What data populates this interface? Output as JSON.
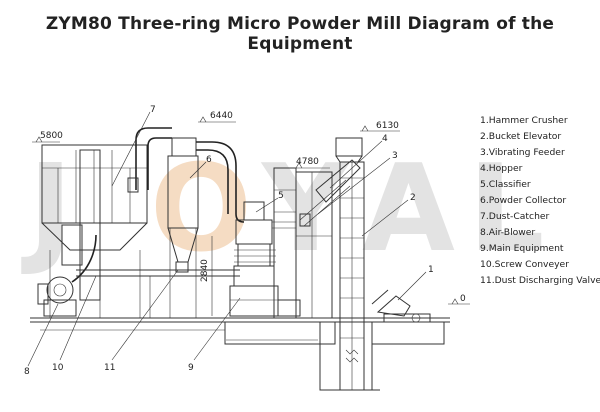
{
  "title": "ZYM80 Three-ring Micro Powder Mill Diagram of the Equipment",
  "watermark": "JOYAL",
  "colors": {
    "watermark_gray": "#e3e3e3",
    "watermark_orange": "#f5dcc3",
    "line": "#333333"
  },
  "elevations": {
    "e1": "5800",
    "e2": "6440",
    "e3": "6130",
    "e4": "4780",
    "e5": "2840",
    "e6": "0"
  },
  "callouts": {
    "c1": "1",
    "c2": "2",
    "c3": "3",
    "c4": "4",
    "c5": "5",
    "c6": "6",
    "c7": "7",
    "c8": "8",
    "c9": "9",
    "c10": "10",
    "c11": "11"
  },
  "legend": [
    "1.Hammer Crusher",
    "2.Bucket Elevator",
    "3.Vibrating Feeder",
    "4.Hopper",
    "5.Classifier",
    "6.Powder Collector",
    "7.Dust-Catcher",
    "8.Air-Blower",
    "9.Main Equipment",
    "10.Screw Conveyer",
    "11.Dust Discharging Valve"
  ]
}
